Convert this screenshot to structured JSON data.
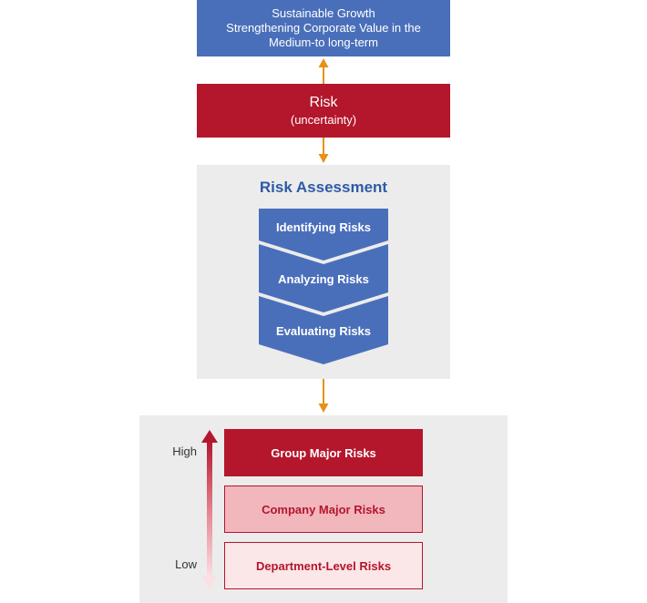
{
  "goal": {
    "lines": [
      "Sustainable Growth",
      "Strengthening Corporate Value in the",
      "Medium-to long-term"
    ]
  },
  "risk": {
    "title": "Risk",
    "subtitle": "(uncertainty)"
  },
  "assessment": {
    "title": "Risk Assessment",
    "steps": [
      "Identifying Risks",
      "Analyzing Risks",
      "Evaluating Risks"
    ]
  },
  "risk_levels": {
    "scale_high": "High",
    "scale_low": "Low",
    "levels": [
      "Group Major Risks",
      "Company Major Risks",
      "Department-Level Risks"
    ]
  },
  "colors": {
    "blue": "#4a6fba",
    "red": "#b4162c",
    "orange_arrow": "#e8901a",
    "panel_gray": "#ececec"
  }
}
